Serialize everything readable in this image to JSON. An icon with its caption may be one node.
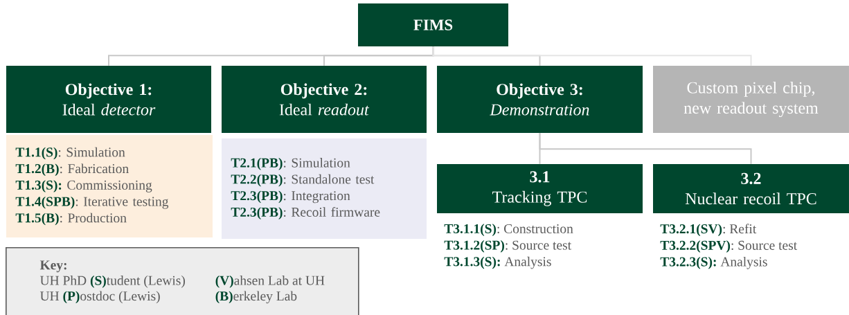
{
  "diagram": {
    "nodes": [
      {
        "text": [
          "FIMS"
        ]
      },
      {
        "text": [
          "Objective 1:",
          "Ideal *detector*"
        ]
      },
      {
        "text": [
          "**Objective 2**:",
          "Ideal *readout*"
        ]
      },
      {
        "text": [
          "**Objective 3**:",
          "*Demonstration*"
        ]
      },
      {
        "text": [
          "Custom pixel chip, new readout system"
        ]
      },
      {
        "text": [
          "**T1.1(S)**: Simulation",
          "**T1.2(B)**: Fabrication",
          "**T1.3(S):** Commissioning",
          "**T1.4(SPB)**: Iterative testing",
          "**T1.5(B)**: Production"
        ]
      },
      {
        "text": [
          "**T2.1(PB)**: Simulation",
          "**T2.2(PB)**: Standalone test",
          "**T2.3(PB)**: Integration",
          "**T2.3(PB)**: Recoil firmware"
        ]
      },
      {
        "text": [
          "3.1",
          "Tracking TPC"
        ],
        "beside": [
          "**T3.1.1(S)**: Construction",
          "**T3.1.2(SP)**: Source test",
          "**T3.1.3(S):** Analysis"
        ]
      },
      {
        "text": [
          "3.2",
          "Nuclear recoil TPC"
        ],
        "beside": [
          "**T3.2.1(SV)**: Refit",
          "**T3.2.2(SPV)**: Source test",
          "**T3.2.3(S):** Analysis"
        ]
      },
      {
        "text": [
          "Key:",
          "UH PhD **(S)**tudent (Lewis)",
          "**(V)**ahsen Lab at UH",
          "UH **(P)**ostdoc (Lewis)",
          "**(B)**erkeley Lab"
        ]
      }
    ],
    "edges": [
      {
        "from": 0,
        "to": 1,
        "arrow": "none"
      },
      {
        "from": 0,
        "to": 2,
        "arrow": "none"
      },
      {
        "from": 0,
        "to": 3,
        "arrow": "none"
      },
      {
        "from": 0,
        "to": 4,
        "arrow": "none",
        "color": "#e6e6e6"
      },
      {
        "from": 3,
        "to": 7,
        "arrow": "none"
      },
      {
        "from": 3,
        "to": 8,
        "arrow": "none"
      }
    ]
  }
}
